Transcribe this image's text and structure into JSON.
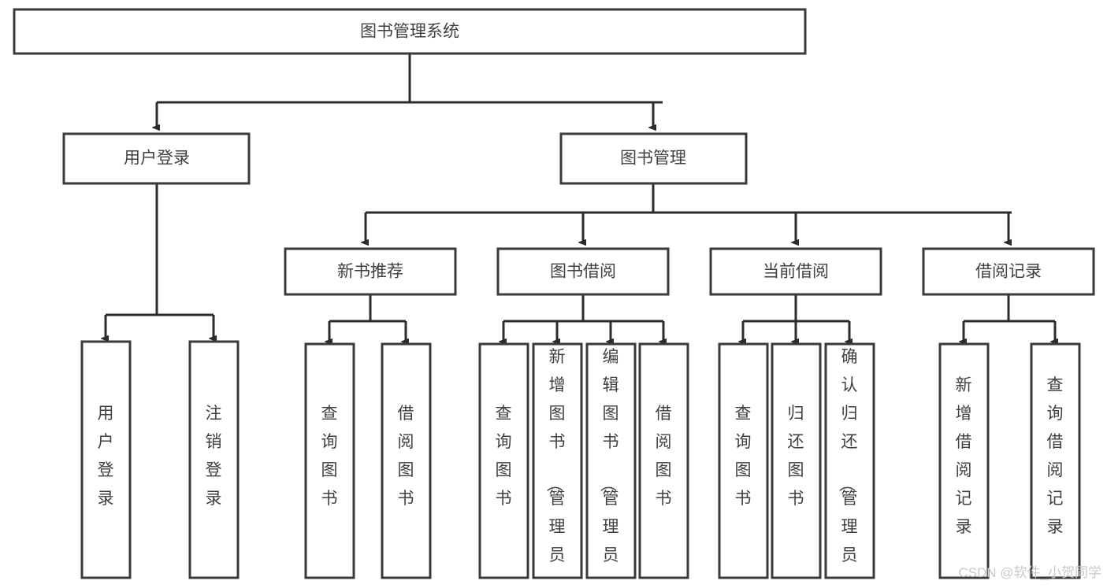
{
  "diagram": {
    "type": "hierarchy-tree",
    "title": "图书管理系统",
    "root": {
      "id": "root",
      "label": "图书管理系统"
    },
    "level2": [
      {
        "id": "user-login",
        "label": "用户登录"
      },
      {
        "id": "book-management",
        "label": "图书管理"
      }
    ],
    "level3": [
      {
        "id": "new-book-recommend",
        "label": "新书推荐",
        "parent": "book-management"
      },
      {
        "id": "book-borrow",
        "label": "图书借阅",
        "parent": "book-management"
      },
      {
        "id": "current-borrow",
        "label": "当前借阅",
        "parent": "book-management"
      },
      {
        "id": "borrow-record",
        "label": "借阅记录",
        "parent": "book-management"
      }
    ],
    "leaves": [
      {
        "id": "leaf-user-login",
        "label": "用户登录",
        "parent": "user-login"
      },
      {
        "id": "leaf-logout-login",
        "label": "注销登录",
        "parent": "user-login"
      },
      {
        "id": "leaf-query-book-1",
        "label": "查询图书",
        "parent": "new-book-recommend"
      },
      {
        "id": "leaf-borrow-book-1",
        "label": "借阅图书",
        "parent": "new-book-recommend"
      },
      {
        "id": "leaf-query-book-2",
        "label": "查询图书",
        "parent": "book-borrow"
      },
      {
        "id": "leaf-add-book",
        "label": "新增图书（管理员）",
        "parent": "book-borrow"
      },
      {
        "id": "leaf-edit-book",
        "label": "编辑图书（管理员）",
        "parent": "book-borrow"
      },
      {
        "id": "leaf-borrow-book-2",
        "label": "借阅图书",
        "parent": "book-borrow"
      },
      {
        "id": "leaf-query-book-3",
        "label": "查询图书",
        "parent": "current-borrow"
      },
      {
        "id": "leaf-return-book",
        "label": "归还图书",
        "parent": "current-borrow"
      },
      {
        "id": "leaf-confirm-return",
        "label": "确认归还（管理员）",
        "parent": "current-borrow"
      },
      {
        "id": "leaf-add-record",
        "label": "新增借阅记录",
        "parent": "borrow-record"
      },
      {
        "id": "leaf-query-record",
        "label": "查询借阅记录",
        "parent": "borrow-record"
      }
    ],
    "colors": {
      "box_fill": "#ffffff",
      "box_stroke": "#3a3a3a",
      "connector": "#2b2b2b",
      "text": "#404040",
      "background": "#ffffff",
      "watermark": "#c9c9c9"
    }
  },
  "watermark": {
    "text": "CSDN @软件_小贺同学"
  }
}
